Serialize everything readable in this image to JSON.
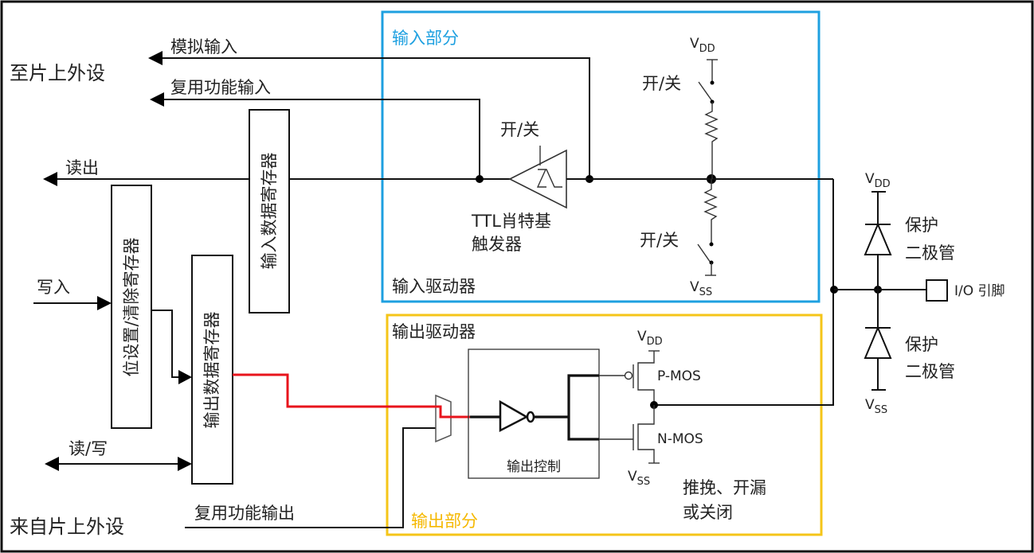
{
  "left_labels": {
    "to_peripheral": "至片上外设",
    "analog_input": "模拟输入",
    "alt_func_input": "复用功能输入",
    "read": "读出",
    "write": "写入",
    "read_write": "读/写",
    "from_peripheral": "来自片上外设",
    "alt_func_output": "复用功能输出"
  },
  "registers": {
    "input_data": "输入数据寄存器",
    "bit_set_reset": "位设置/清除寄存器",
    "output_data": "输出数据寄存器"
  },
  "input_section": {
    "title": "输入部分",
    "driver_label": "输入驱动器",
    "schmitt_switch": "开/关",
    "schmitt_label_line1": "TTL肖特基",
    "schmitt_label_line2": "触发器",
    "pullup_switch": "开/关",
    "pulldown_switch": "开/关",
    "vdd": "V",
    "vdd_sub": "DD",
    "vss": "V",
    "vss_sub": "SS",
    "color": "#1ea0e0"
  },
  "output_section": {
    "title": "输出部分",
    "driver_label": "输出驱动器",
    "control_label": "输出控制",
    "pmos": "P-MOS",
    "nmos": "N-MOS",
    "mode_line1": "推挽、开漏",
    "mode_line2": "或关闭",
    "vdd": "V",
    "vdd_sub": "DD",
    "vss": "V",
    "vss_sub": "SS",
    "color": "#f5b800"
  },
  "protection": {
    "top_line1": "保护",
    "top_line2": "二极管",
    "bottom_line1": "保护",
    "bottom_line2": "二极管",
    "vdd": "V",
    "vdd_sub": "DD",
    "vss": "V",
    "vss_sub": "SS",
    "pin_label": "I/O 引脚"
  }
}
